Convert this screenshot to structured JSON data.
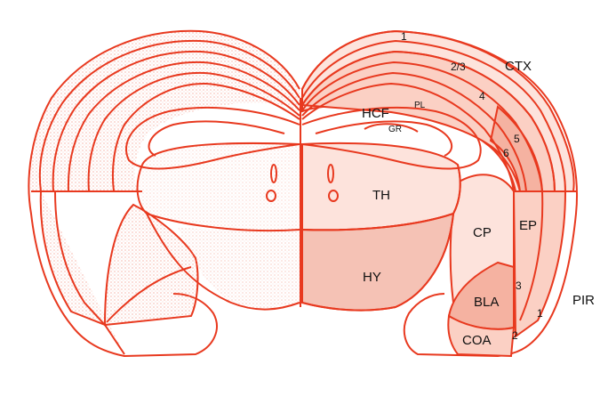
{
  "colors": {
    "stroke": "#e8391f",
    "fill_light": "#fde3dc",
    "fill_mid": "#fbd0c4",
    "fill_dark": "#f5b2a1",
    "stipple": "#f08c78"
  },
  "regions": {
    "ctx": "CTX",
    "hcf": "HCF",
    "pl": "PL",
    "gr": "GR",
    "th": "TH",
    "cp": "CP",
    "ep": "EP",
    "hy": "HY",
    "bla": "BLA",
    "coa": "COA",
    "pir": "PIR"
  },
  "layers": {
    "l1_top": "1",
    "l23": "2/3",
    "l4": "4",
    "l5": "5",
    "l6": "6",
    "l3_pir": "3",
    "l2_pir": "2",
    "l1_pir": "1"
  }
}
